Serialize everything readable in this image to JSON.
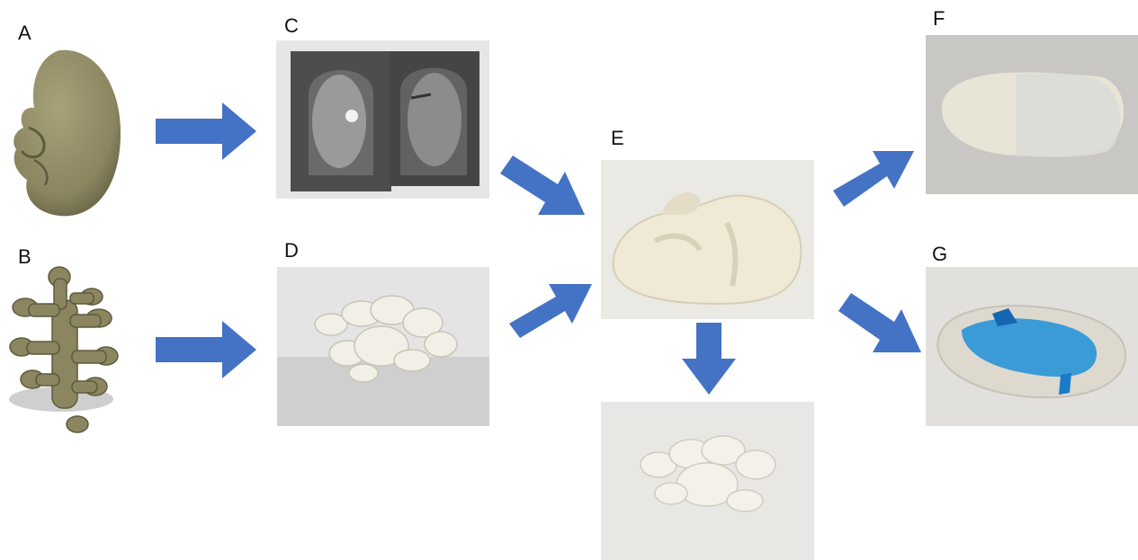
{
  "figure": {
    "panels": [
      {
        "key": "A",
        "label": "A",
        "content": "kidney-3d-model"
      },
      {
        "key": "B",
        "label": "B",
        "content": "collecting-system-3d-model"
      },
      {
        "key": "C",
        "label": "C",
        "content": "two-part-mold-photo"
      },
      {
        "key": "D",
        "label": "D",
        "content": "collecting-system-cast-photo"
      },
      {
        "key": "E",
        "label": "E",
        "content": "silicone-kidney-phantom-photo"
      },
      {
        "key": "F",
        "label": "F",
        "content": "sectioned-phantom-photo"
      },
      {
        "key": "G",
        "label": "G",
        "content": "blue-filled-phantom-photo"
      }
    ],
    "colors": {
      "arrow": "#4472C4",
      "model": "#8B8560",
      "dye": "#1E8FD8"
    }
  }
}
